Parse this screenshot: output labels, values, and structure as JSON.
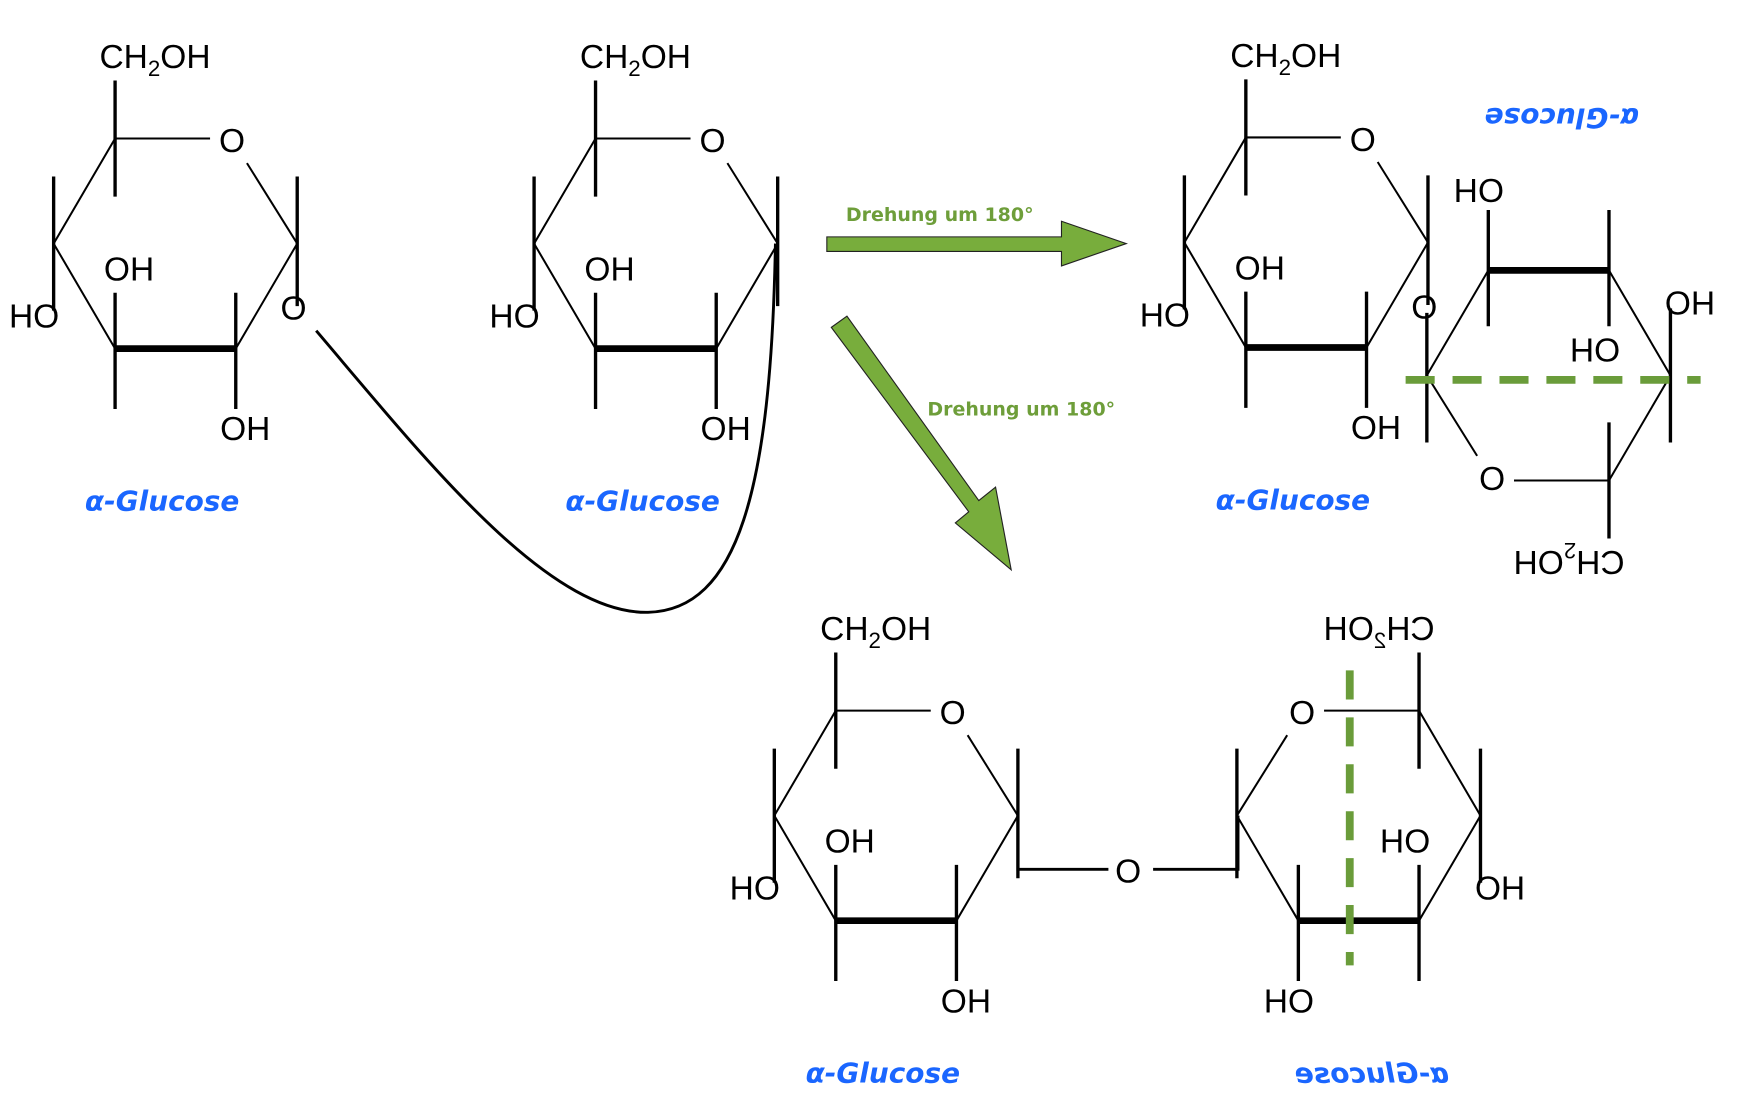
{
  "colors": {
    "label": "#1a66ff",
    "arrow_fill": "#78ad3c",
    "arrow_text": "#6e9e3a",
    "dash": "#6a9c3a",
    "bond": "#000000"
  },
  "atoms": {
    "ch2oh_main": "CH",
    "ch2oh_sub": "2",
    "ch2oh_tail": "OH",
    "ring_o": "O",
    "oh": "OH",
    "ho": "HO"
  },
  "molecules": [
    {
      "id": "glucose-1",
      "label": "α-Glucose",
      "orientation": "normal"
    },
    {
      "id": "glucose-2",
      "label": "α-Glucose",
      "orientation": "normal"
    },
    {
      "id": "glucose-3",
      "label": "α-Glucose",
      "orientation": "normal"
    },
    {
      "id": "glucose-4",
      "label": "α-Glucose",
      "orientation": "rotated-180-horizontal-axis"
    },
    {
      "id": "glucose-5",
      "label": "α-Glucose",
      "orientation": "normal"
    },
    {
      "id": "glucose-6",
      "label": "α-Glucose",
      "orientation": "rotated-180-vertical-axis"
    }
  ],
  "arrows": [
    {
      "id": "arrow-right",
      "text": "Drehung um 180°"
    },
    {
      "id": "arrow-down",
      "text": "Drehung um 180°"
    }
  ],
  "linkage": {
    "bridge_atom": "O"
  }
}
